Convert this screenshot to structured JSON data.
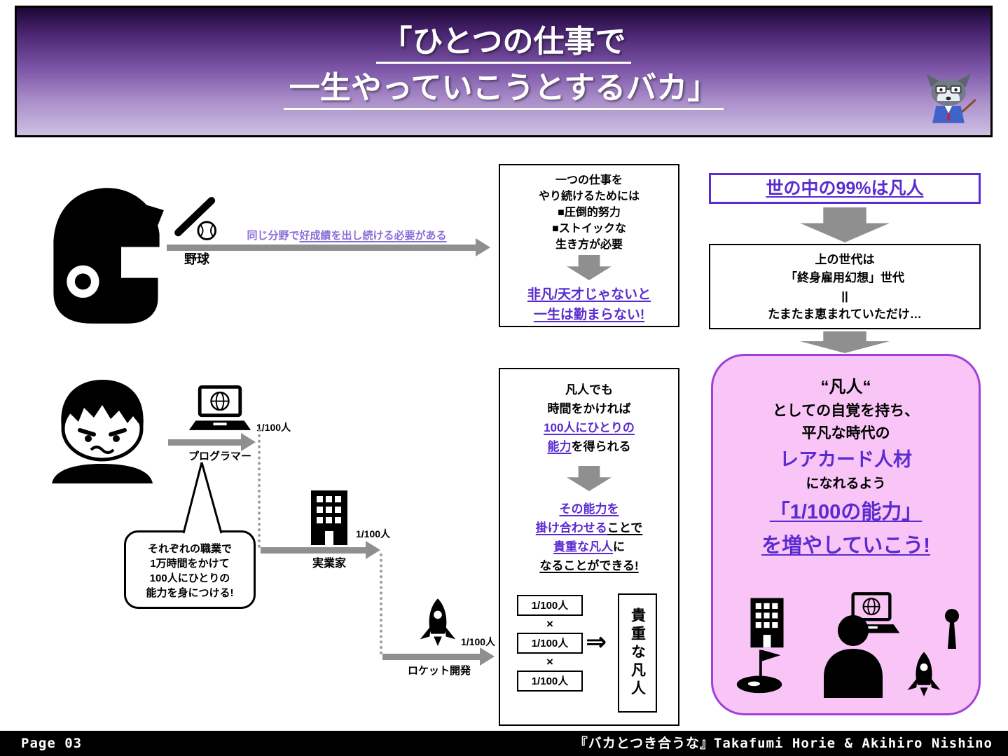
{
  "colors": {
    "accent_purple": "#5a2bd0",
    "light_purple": "#8a6fd8",
    "pink_bg": "#f9c4f6",
    "pink_border": "#a040d8",
    "arrow_gray": "#8f8f8f"
  },
  "header": {
    "title_line1": "「ひとつの仕事で",
    "title_line2": "一生やっていこうとするバカ」"
  },
  "baseball": {
    "label": "野球",
    "arrow_seg1": "同じ分野で",
    "arrow_seg2": "好成績を出し続ける",
    "arrow_seg3": "必要がある"
  },
  "effort_box": {
    "lines": [
      "一つの仕事を",
      "やり続けるためには",
      "■圧倒的努力",
      "■ストイックな",
      "生き方が必要"
    ],
    "conclusion1": "非凡/天才じゃないと",
    "conclusion2": "一生は勤まらない!"
  },
  "generation": {
    "banner": "世の中の99%は凡人",
    "lines": [
      "上の世代は",
      "「終身雇用幻想」世代",
      "||",
      "たまたま恵まれていただけ…"
    ]
  },
  "careers": {
    "ratio": "1/100人",
    "programmer": "プログラマー",
    "businessman": "実業家",
    "rocket": "ロケット開発",
    "bubble": [
      "それぞれの職業で",
      "1万時間をかけて",
      "100人にひとりの",
      "能力を身につける!"
    ]
  },
  "ability_box": {
    "l1": "凡人でも",
    "l2": "時間をかければ",
    "l3": "100人にひとりの",
    "l4a": "能力",
    "l4b": "を得られる",
    "l5": "その能力を",
    "l6a": "掛け合わせる",
    "l6b": "ことで",
    "l7a": "貴重な凡人",
    "l7b": "に",
    "l8": "なることができる!",
    "factor": "1/100人",
    "times": "×",
    "implies": "⇒",
    "result": "貴重な凡人"
  },
  "pink_box": {
    "l1": "“凡人“",
    "l2": "としての自覚を持ち、",
    "l3": "平凡な時代の",
    "l4": "レアカード人材",
    "l5": "になれるよう",
    "l6": "「1/100の能力」",
    "l7": "を増やしていこう!"
  },
  "footer": {
    "page": "Page 03",
    "credit": "『バカとつき合うな』Takafumi Horie & Akihiro Nishino"
  }
}
